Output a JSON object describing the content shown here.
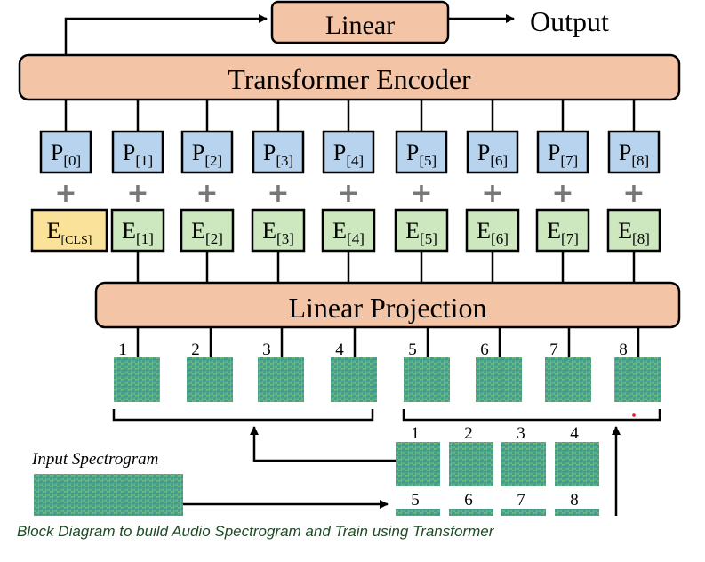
{
  "diagram": {
    "linear_label": "Linear",
    "output_label": "Output",
    "encoder_label": "Transformer Encoder",
    "projection_label": "Linear Projection",
    "input_label": "Input Spectrogram",
    "position_tokens": [
      "0",
      "1",
      "2",
      "3",
      "4",
      "5",
      "6",
      "7",
      "8"
    ],
    "embedding_tokens": [
      "CLS",
      "1",
      "2",
      "3",
      "4",
      "5",
      "6",
      "7",
      "8"
    ],
    "patch_numbers": [
      "1",
      "2",
      "3",
      "4",
      "5",
      "6",
      "7",
      "8"
    ],
    "grid_numbers": [
      "1",
      "2",
      "3",
      "4",
      "5",
      "6",
      "7",
      "8"
    ],
    "plus_symbol": "+",
    "position_prefix": "P",
    "embedding_prefix": "E"
  },
  "caption": "Block Diagram to build Audio Spectrogram and Train using Transformer",
  "colors": {
    "encoder_fill": "#f4c4a6",
    "position_fill": "#b7d3ee",
    "embedding_fill": "#cde8bf",
    "cls_fill": "#fbe29a",
    "spectrogram_fill": "#4fa991",
    "plus_color": "#777777",
    "caption_color": "#1f4a27"
  }
}
